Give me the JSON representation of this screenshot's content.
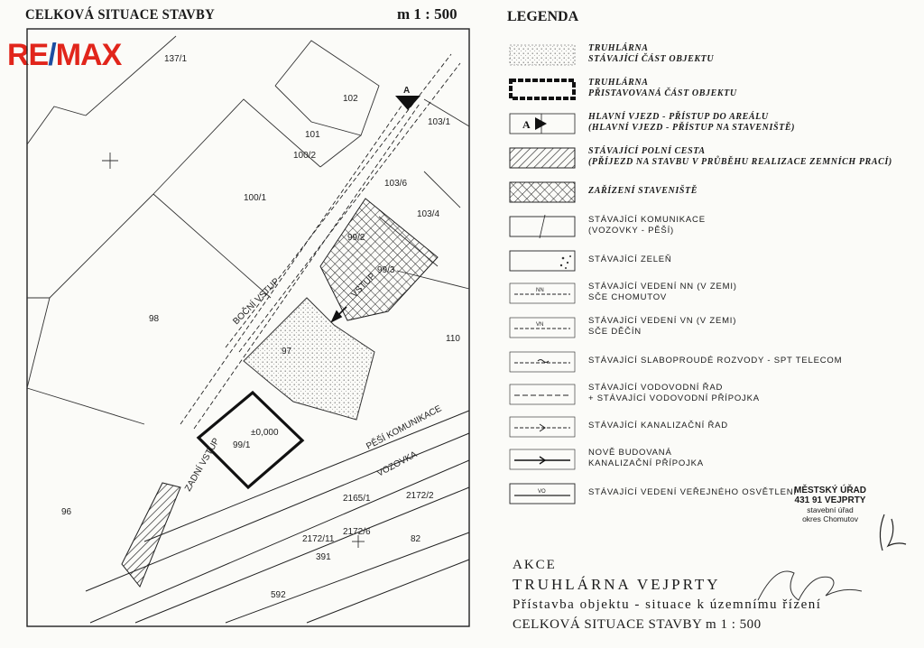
{
  "header": {
    "plan_title": "CELKOVÁ SITUACE STAVBY",
    "scale": "m 1 : 500",
    "logo": {
      "re": "RE",
      "slash": "/",
      "max": "MAX"
    }
  },
  "colors": {
    "logo_red": "#e1251b",
    "logo_blue": "#1d4ea1"
  },
  "legend": {
    "title": "LEGENDA",
    "items": [
      {
        "symbol": "dotted-fill",
        "lines": [
          "TRUHLÁRNA",
          "STÁVAJÍCÍ ČÁST OBJEKTU"
        ]
      },
      {
        "symbol": "thick-outline",
        "lines": [
          "TRUHLÁRNA",
          "PŘISTAVOVANÁ ČÁST OBJEKTU"
        ]
      },
      {
        "symbol": "entry-arrow",
        "letter": "A",
        "lines": [
          "HLAVNÍ VJEZD - PŘÍSTUP DO AREÁLU",
          "(HLAVNÍ VJEZD - PŘÍSTUP NA STAVENIŠTĚ)"
        ]
      },
      {
        "symbol": "hatch",
        "lines": [
          "STÁVAJÍCÍ POLNÍ CESTA",
          "(PŘÍJEZD NA STAVBU V PRŮBĚHU REALIZACE ZEMNÍCH PRACÍ)"
        ]
      },
      {
        "symbol": "crosshatch",
        "lines": [
          "ZAŘÍZENÍ STAVENIŠTĚ"
        ]
      },
      {
        "symbol": "box-slash",
        "lines": [
          "STÁVAJÍCÍ KOMUNIKACE",
          "(VOZOVKY - PĚŠÍ)"
        ]
      },
      {
        "symbol": "box-greenery",
        "lines": [
          "STÁVAJÍCÍ ZELEŇ"
        ]
      },
      {
        "symbol": "line-nn",
        "tag": "NN",
        "lines": [
          "STÁVAJÍCÍ VEDENÍ NN (V ZEMI)",
          "SČE CHOMUTOV"
        ]
      },
      {
        "symbol": "line-vn",
        "tag": "VN",
        "lines": [
          "STÁVAJÍCÍ VEDENÍ VN (V ZEMI)",
          "SČE DĚČÍN"
        ]
      },
      {
        "symbol": "line-tilde",
        "lines": [
          "STÁVAJÍCÍ SLABOPROUDÉ ROZVODY - SPT TELECOM"
        ]
      },
      {
        "symbol": "line-water",
        "lines": [
          "STÁVAJÍCÍ VODOVODNÍ ŘAD",
          "+ STÁVAJÍCÍ VODOVODNÍ PŘÍPOJKA"
        ]
      },
      {
        "symbol": "line-sewer",
        "lines": [
          "STÁVAJÍCÍ KANALIZAČNÍ ŘAD"
        ]
      },
      {
        "symbol": "line-sewer-new",
        "lines": [
          "NOVĚ BUDOVANÁ",
          "KANALIZAČNÍ PŘÍPOJKA"
        ]
      },
      {
        "symbol": "line-vo",
        "tag": "VO",
        "lines": [
          "STÁVAJÍCÍ VEDENÍ VEŘEJNÉHO OSVĚTLENÍ"
        ]
      }
    ]
  },
  "office_stamp": {
    "line1": "MĚSTSKÝ ÚŘAD",
    "line2": "431 91 VEJPRTY",
    "line3": "stavební úřad",
    "line4": "okres Chomutov"
  },
  "title_block": {
    "akce": "AKCE",
    "project": "TRUHLÁRNA VEJPRTY",
    "subtitle": "Přístavba objektu - situace k územnímu řízení",
    "title": "CELKOVÁ SITUACE STAVBY  m 1 : 500"
  },
  "plan": {
    "parcels": [
      "137/1",
      "102",
      "101",
      "103/1",
      "100/2",
      "100/1",
      "103/6",
      "103/4",
      "99/2",
      "99/3",
      "98",
      "110",
      "97",
      "99/1",
      "96",
      "2165/1",
      "2172/2",
      "2172/11",
      "2172/6",
      "82",
      "391",
      "592"
    ],
    "entry_letter": "A",
    "elevation": "±0,000",
    "labels": [
      "VOZOVKA",
      "PĚŠÍ KOMUNIKACE",
      "BOČNÍ VSTUP",
      "VSTUP",
      "ZADNÍ VSTUP"
    ]
  }
}
